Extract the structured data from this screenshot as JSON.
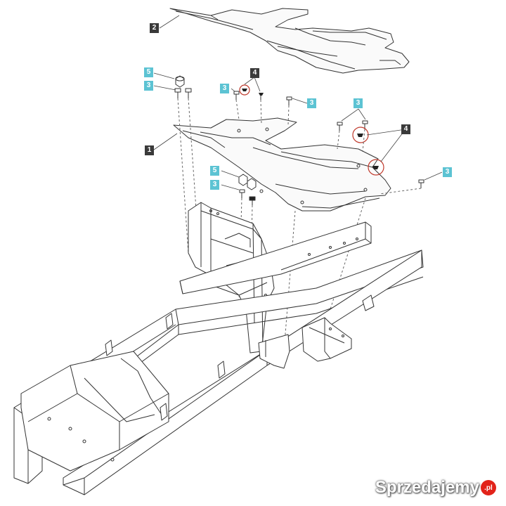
{
  "callouts": {
    "top_cover": "2",
    "nut_a": "5",
    "bolt_a": "3",
    "bolt_b": "3",
    "circled_bolt_left": "4",
    "bolt_c": "3",
    "bolt_d": "3",
    "circled_bolt_right": "4",
    "lower_plate": "1",
    "nut_b": "5",
    "bolt_e": "3",
    "bolt_f": "3"
  },
  "watermark": {
    "text": "Sprzedajemy",
    "suffix": ".pl"
  },
  "colors": {
    "dark_label": "#3a3a3a",
    "cyan_label": "#5cc3d3",
    "highlight_circle": "#c0392b",
    "line": "#333333"
  }
}
